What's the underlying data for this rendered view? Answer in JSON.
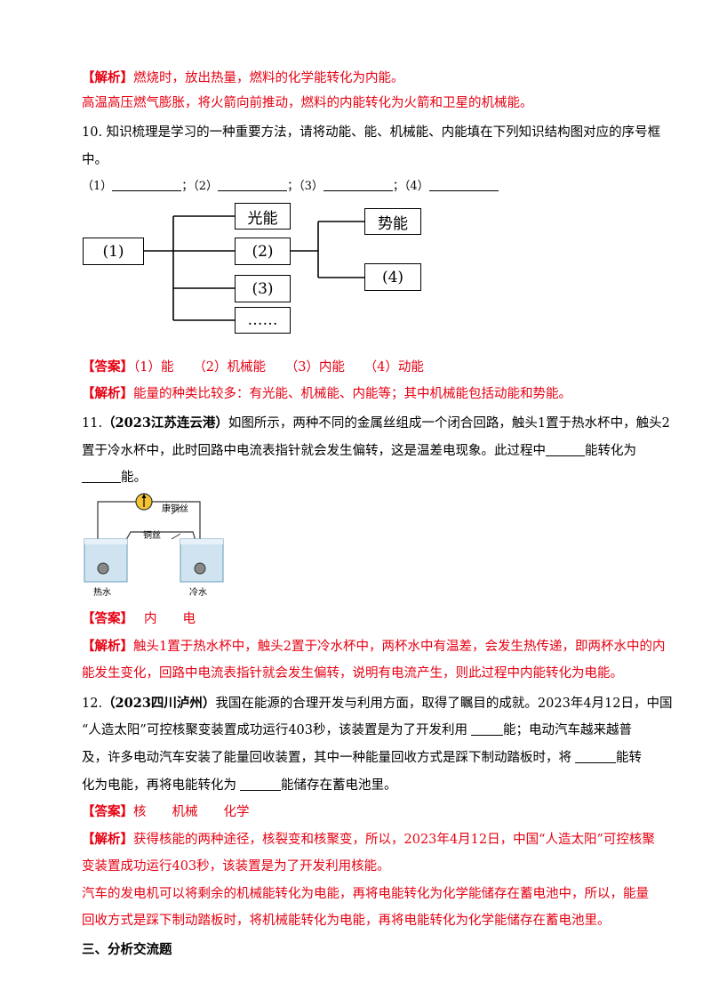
{
  "analysis_label": "【解析】",
  "answer_label": "【答案】",
  "q9": {
    "analysis_line1": "燃烧时，放出热量，燃料的化学能转化为内能。",
    "analysis_line2": "高温高压燃气膨胀，将火箭向前推动，燃料的内能转化为火箭和卫星的机械能。"
  },
  "q10": {
    "line1": "10. 知识梳理是学习的一种重要方法，请将动能、能、机械能、内能填在下列知识结构图对应的序号框",
    "line2": "中。",
    "blanks": [
      "（1）",
      "；（2）",
      "；（3）",
      "；（4）"
    ],
    "diagram": {
      "root": "(1)",
      "mid": [
        "光能",
        "(2)",
        "(3)",
        "……"
      ],
      "right": [
        "势能",
        "(4)"
      ]
    },
    "answer": "（1）能　　（2）机械能　　（3）内能　　（4）动能",
    "analysis": "能量的种类比较多：有光能、机械能、内能等；其中机械能包括动能和势能。"
  },
  "q11": {
    "number": "11.",
    "source": "（2023江苏连云港）",
    "line1": "如图所示，两种不同的金属丝组成一个闭合回路，触头1置于热水杯中，触头2",
    "line2_a": "置于冷水杯中，此时回路中电流表指针就会发生偏转，这是温差电现象。此过程中",
    "line2_b": "能转化为",
    "line3": "能。",
    "figure": {
      "wire1": "康铜丝",
      "wire2": "铜丝",
      "cup_left": "热水",
      "cup_right": "冷水"
    },
    "answer": "内　　电",
    "analysis_line1": "触头1置于热水杯中，触头2置于冷水杯中，两杯水中有温差，会发生热传递，即两杯水中的内",
    "analysis_line2": "能发生变化，回路中电流表指针就会发生偏转，说明有电流产生，则此过程中内能转化为电能。"
  },
  "q12": {
    "number": "12.",
    "source": "（2023四川泸州）",
    "line1": "我国在能源的合理开发与利用方面，取得了瞩目的成就。2023年4月12日，中国",
    "line2_a": "“人造太阳”可控核聚变装置成功运行403秒，该装置是为了开发利用",
    "line2_b": "能；电动汽车越来越普",
    "line3_a": "及，许多电动汽车安装了能量回收装置，其中一种能量回收方式是踩下制动踏板时，将",
    "line3_b": "能转",
    "line4_a": "化为电能，再将电能转化为",
    "line4_b": "能储存在蓄电池里。",
    "answer": "核　　机械　　化学",
    "analysis_line1": "获得核能的两种途径，核裂变和核聚变，所以，2023年4月12日，中国“人造太阳”可控核聚",
    "analysis_line2": "变装置成功运行403秒，该装置是为了开发利用核能。",
    "analysis_line3": "汽车的发电机可以将剩余的机械能转化为电能，再将电能转化为化学能储存在蓄电池中，所以，能量",
    "analysis_line4": "回收方式是踩下制动踏板时，将机械能转化为电能，再将电能转化为化学能储存在蓄电池里。"
  },
  "section_title": "三、分析交流题"
}
